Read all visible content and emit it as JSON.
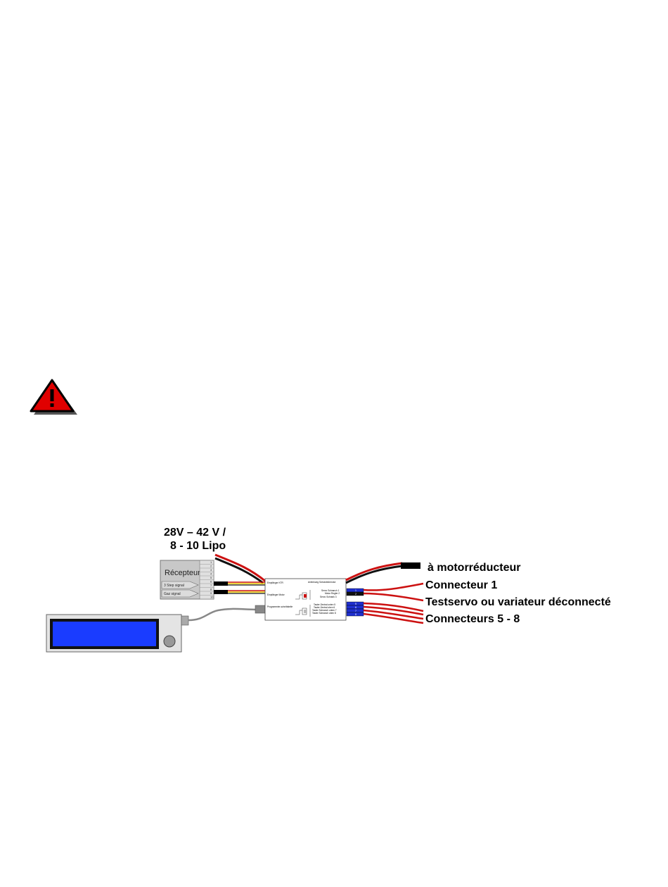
{
  "diagram": {
    "supply_label_line1": "28V – 42 V /",
    "supply_label_line2": "8 - 10 Lipo",
    "receiver_title": "Récepteur",
    "receiver_pins": [
      "1",
      "2",
      "3",
      "4",
      "5",
      "6",
      "7",
      "8",
      "9",
      "10"
    ],
    "receiver_channel_a": "3 Step signal",
    "receiver_channel_b": "Gaz signal",
    "module_inputs": [
      "Empfänger KTR",
      "Empfänger Motor",
      "Programmier-schnittstelle"
    ],
    "module_top_right": "Anlenkung Schranktürmotor",
    "module_group1": [
      "Servo Schranch 1",
      "Motor Regler 2",
      "Servo Schrank 3"
    ],
    "module_group2": [
      "Taster Zentral unten 5",
      "Taster Zentral oben 6",
      "Taster Schranch unten 7",
      "Taster Schranch oben 8"
    ],
    "connector_numbers_group1": [
      "1",
      "2"
    ],
    "connector_numbers_group2": [
      "5",
      "6",
      "7",
      "8"
    ],
    "right_labels": {
      "motor": "à motorréducteur",
      "connector1": "Connecteur 1",
      "testservo": "Testservo ou variateur déconnecté",
      "connectors58": "Connecteurs 5 - 8"
    },
    "colors": {
      "wire_red": "#cc1111",
      "wire_black": "#111111",
      "wire_yellow": "#e8c800",
      "wire_gray": "#888888",
      "lcd_blue": "#1a3cff",
      "connector_blue": "#1f2fd0",
      "warning_red": "#e00000"
    },
    "icons": [
      "warning-icon"
    ]
  }
}
